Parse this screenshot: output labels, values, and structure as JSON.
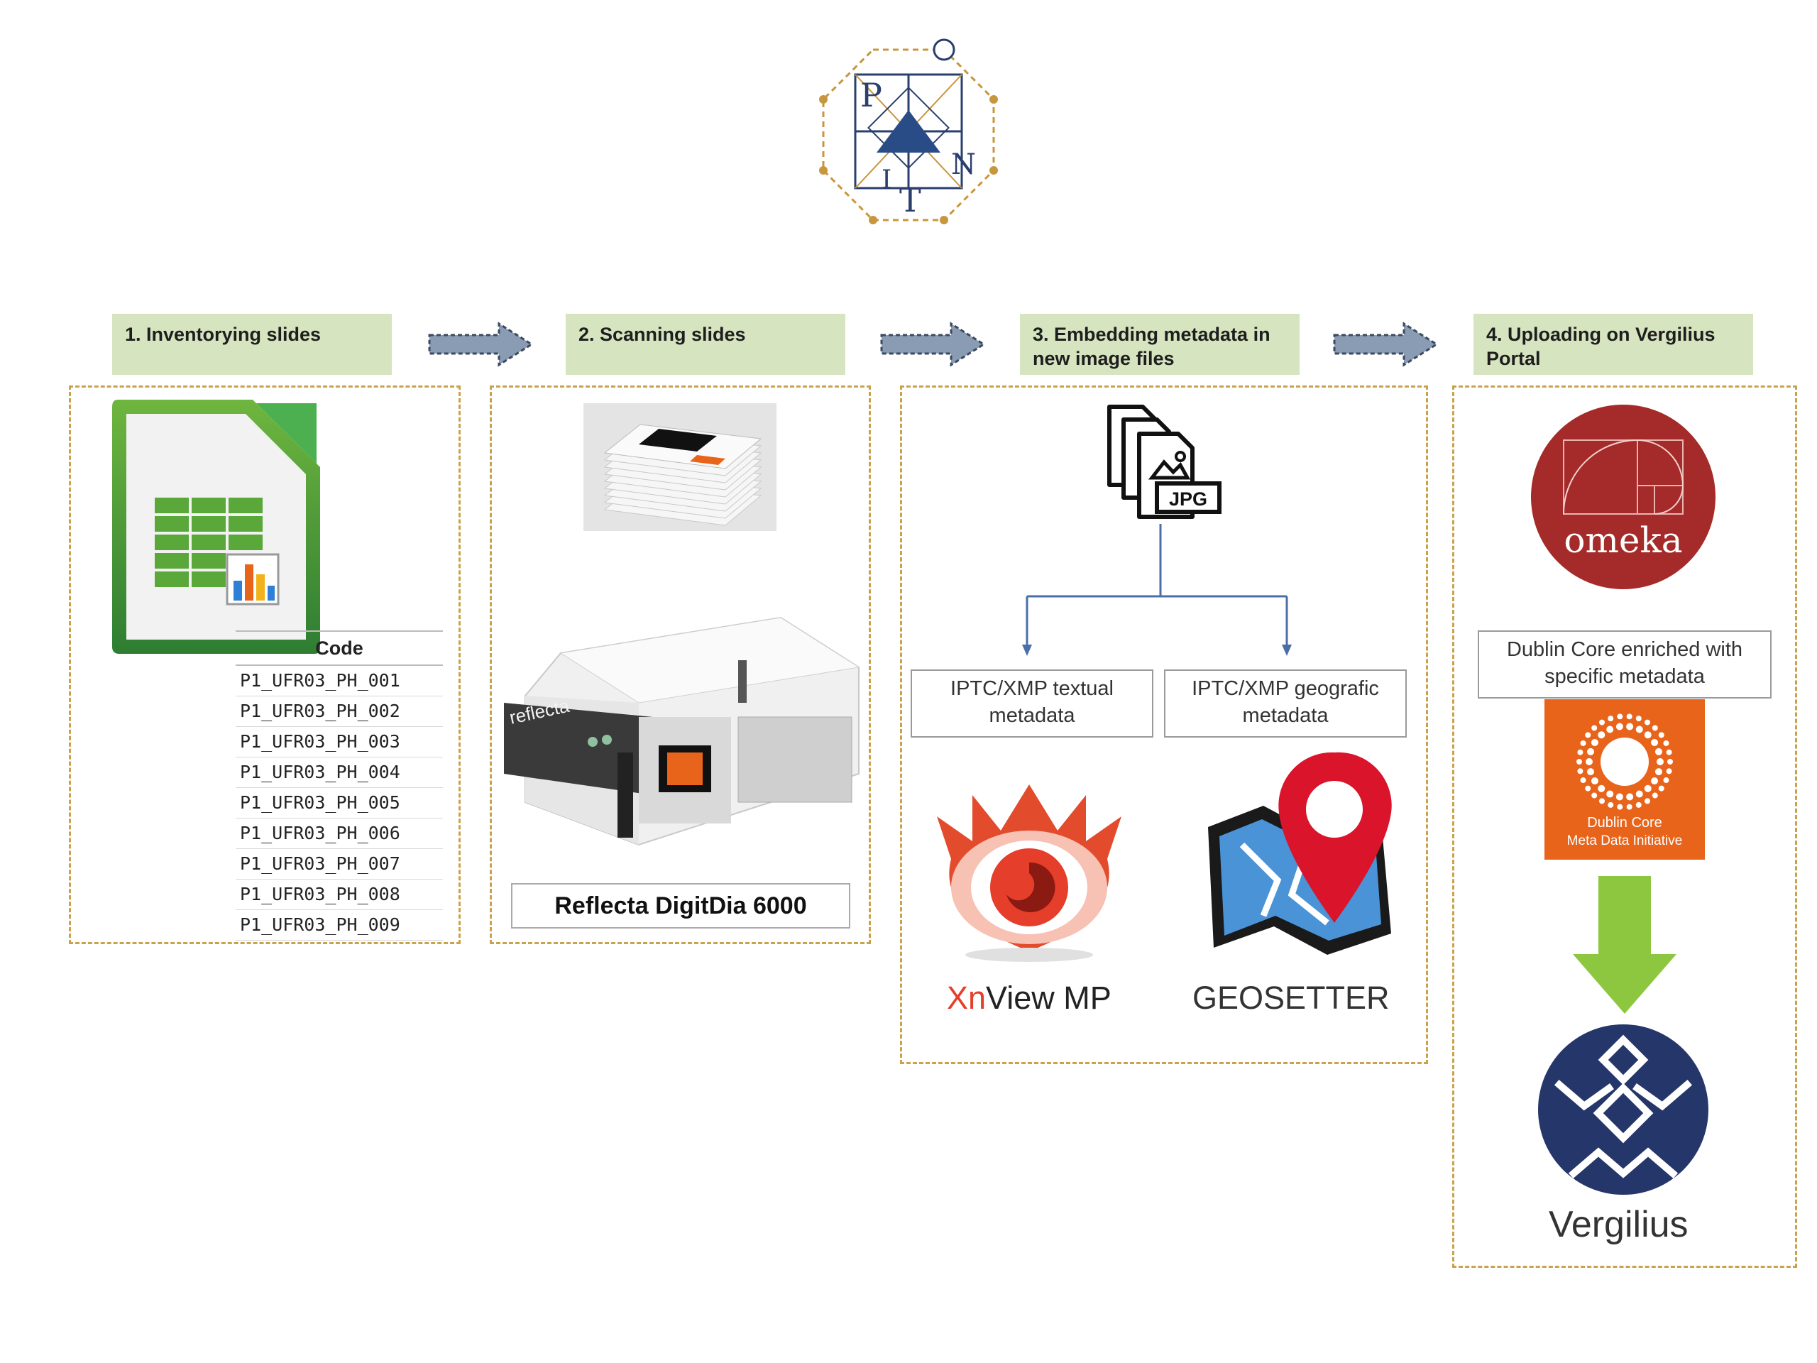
{
  "logo": {
    "letters": [
      "P",
      "I",
      "T",
      "N"
    ]
  },
  "steps": [
    {
      "label": "1.   Inventorying slides"
    },
    {
      "label": "2. Scanning slides"
    },
    {
      "label": "3. Embedding metadata in new image files"
    },
    {
      "label": "4.  Uploading  on  Vergilius Portal"
    }
  ],
  "step1": {
    "table_header": "Code",
    "codes": [
      "P1_UFR03_PH_001",
      "P1_UFR03_PH_002",
      "P1_UFR03_PH_003",
      "P1_UFR03_PH_004",
      "P1_UFR03_PH_005",
      "P1_UFR03_PH_006",
      "P1_UFR03_PH_007",
      "P1_UFR03_PH_008",
      "P1_UFR03_PH_009"
    ]
  },
  "step2": {
    "scanner_label": "Reflecta DigitDia 6000",
    "scanner_brand": "reflecta"
  },
  "step3": {
    "file_badge": "JPG",
    "textual": "IPTC/XMP textual metadata",
    "geo": "IPTC/XMP geografic metadata",
    "xnview_prefix": "Xn",
    "xnview_suffix": "View MP",
    "geosetter": "GEOSETTER"
  },
  "step4": {
    "omeka": "omeka",
    "dublin_caption": "Dublin Core enriched with specific metadata",
    "dublin_logo_line1": "Dublin Core",
    "dublin_logo_line2": "Meta Data Initiative",
    "vergilius": "Vergilius"
  },
  "colors": {
    "header_bg": "#d6e4bf",
    "dash": "#c8a34a",
    "omeka": "#a52a2a",
    "dublin": "#e8641b",
    "vergilius": "#25366a",
    "green_arrow": "#8dc63f",
    "xn_red": "#e53e2b"
  }
}
